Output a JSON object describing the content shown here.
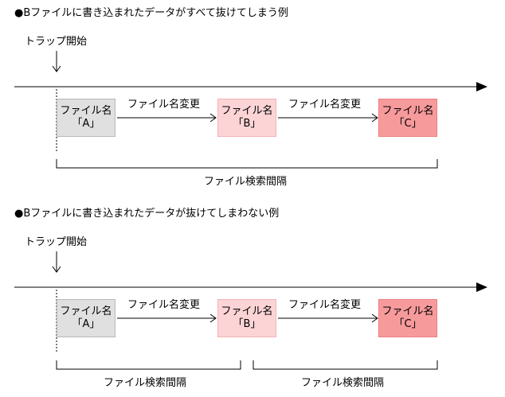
{
  "example1": {
    "heading": "●Bファイルに書き込まれたデータがすべて抜けてしまう例",
    "trap_start": "トラップ開始",
    "files": [
      {
        "line1": "ファイル名",
        "line2": "「A」"
      },
      {
        "line1": "ファイル名",
        "line2": "「B」"
      },
      {
        "line1": "ファイル名",
        "line2": "「C」"
      }
    ],
    "rename_labels": [
      "ファイル名変更",
      "ファイル名変更"
    ],
    "interval_label": "ファイル検索間隔"
  },
  "example2": {
    "heading": "●Bファイルに書き込まれたデータが抜けてしまわない例",
    "trap_start": "トラップ開始",
    "files": [
      {
        "line1": "ファイル名",
        "line2": "「A」"
      },
      {
        "line1": "ファイル名",
        "line2": "「B」"
      },
      {
        "line1": "ファイル名",
        "line2": "「C」"
      }
    ],
    "rename_labels": [
      "ファイル名変更",
      "ファイル名変更"
    ],
    "interval_labels": [
      "ファイル検索間隔",
      "ファイル検索間隔"
    ]
  },
  "colors": {
    "file_a": "#e0e0e0",
    "file_b": "#fcd4d6",
    "file_c": "#f79a9b"
  }
}
